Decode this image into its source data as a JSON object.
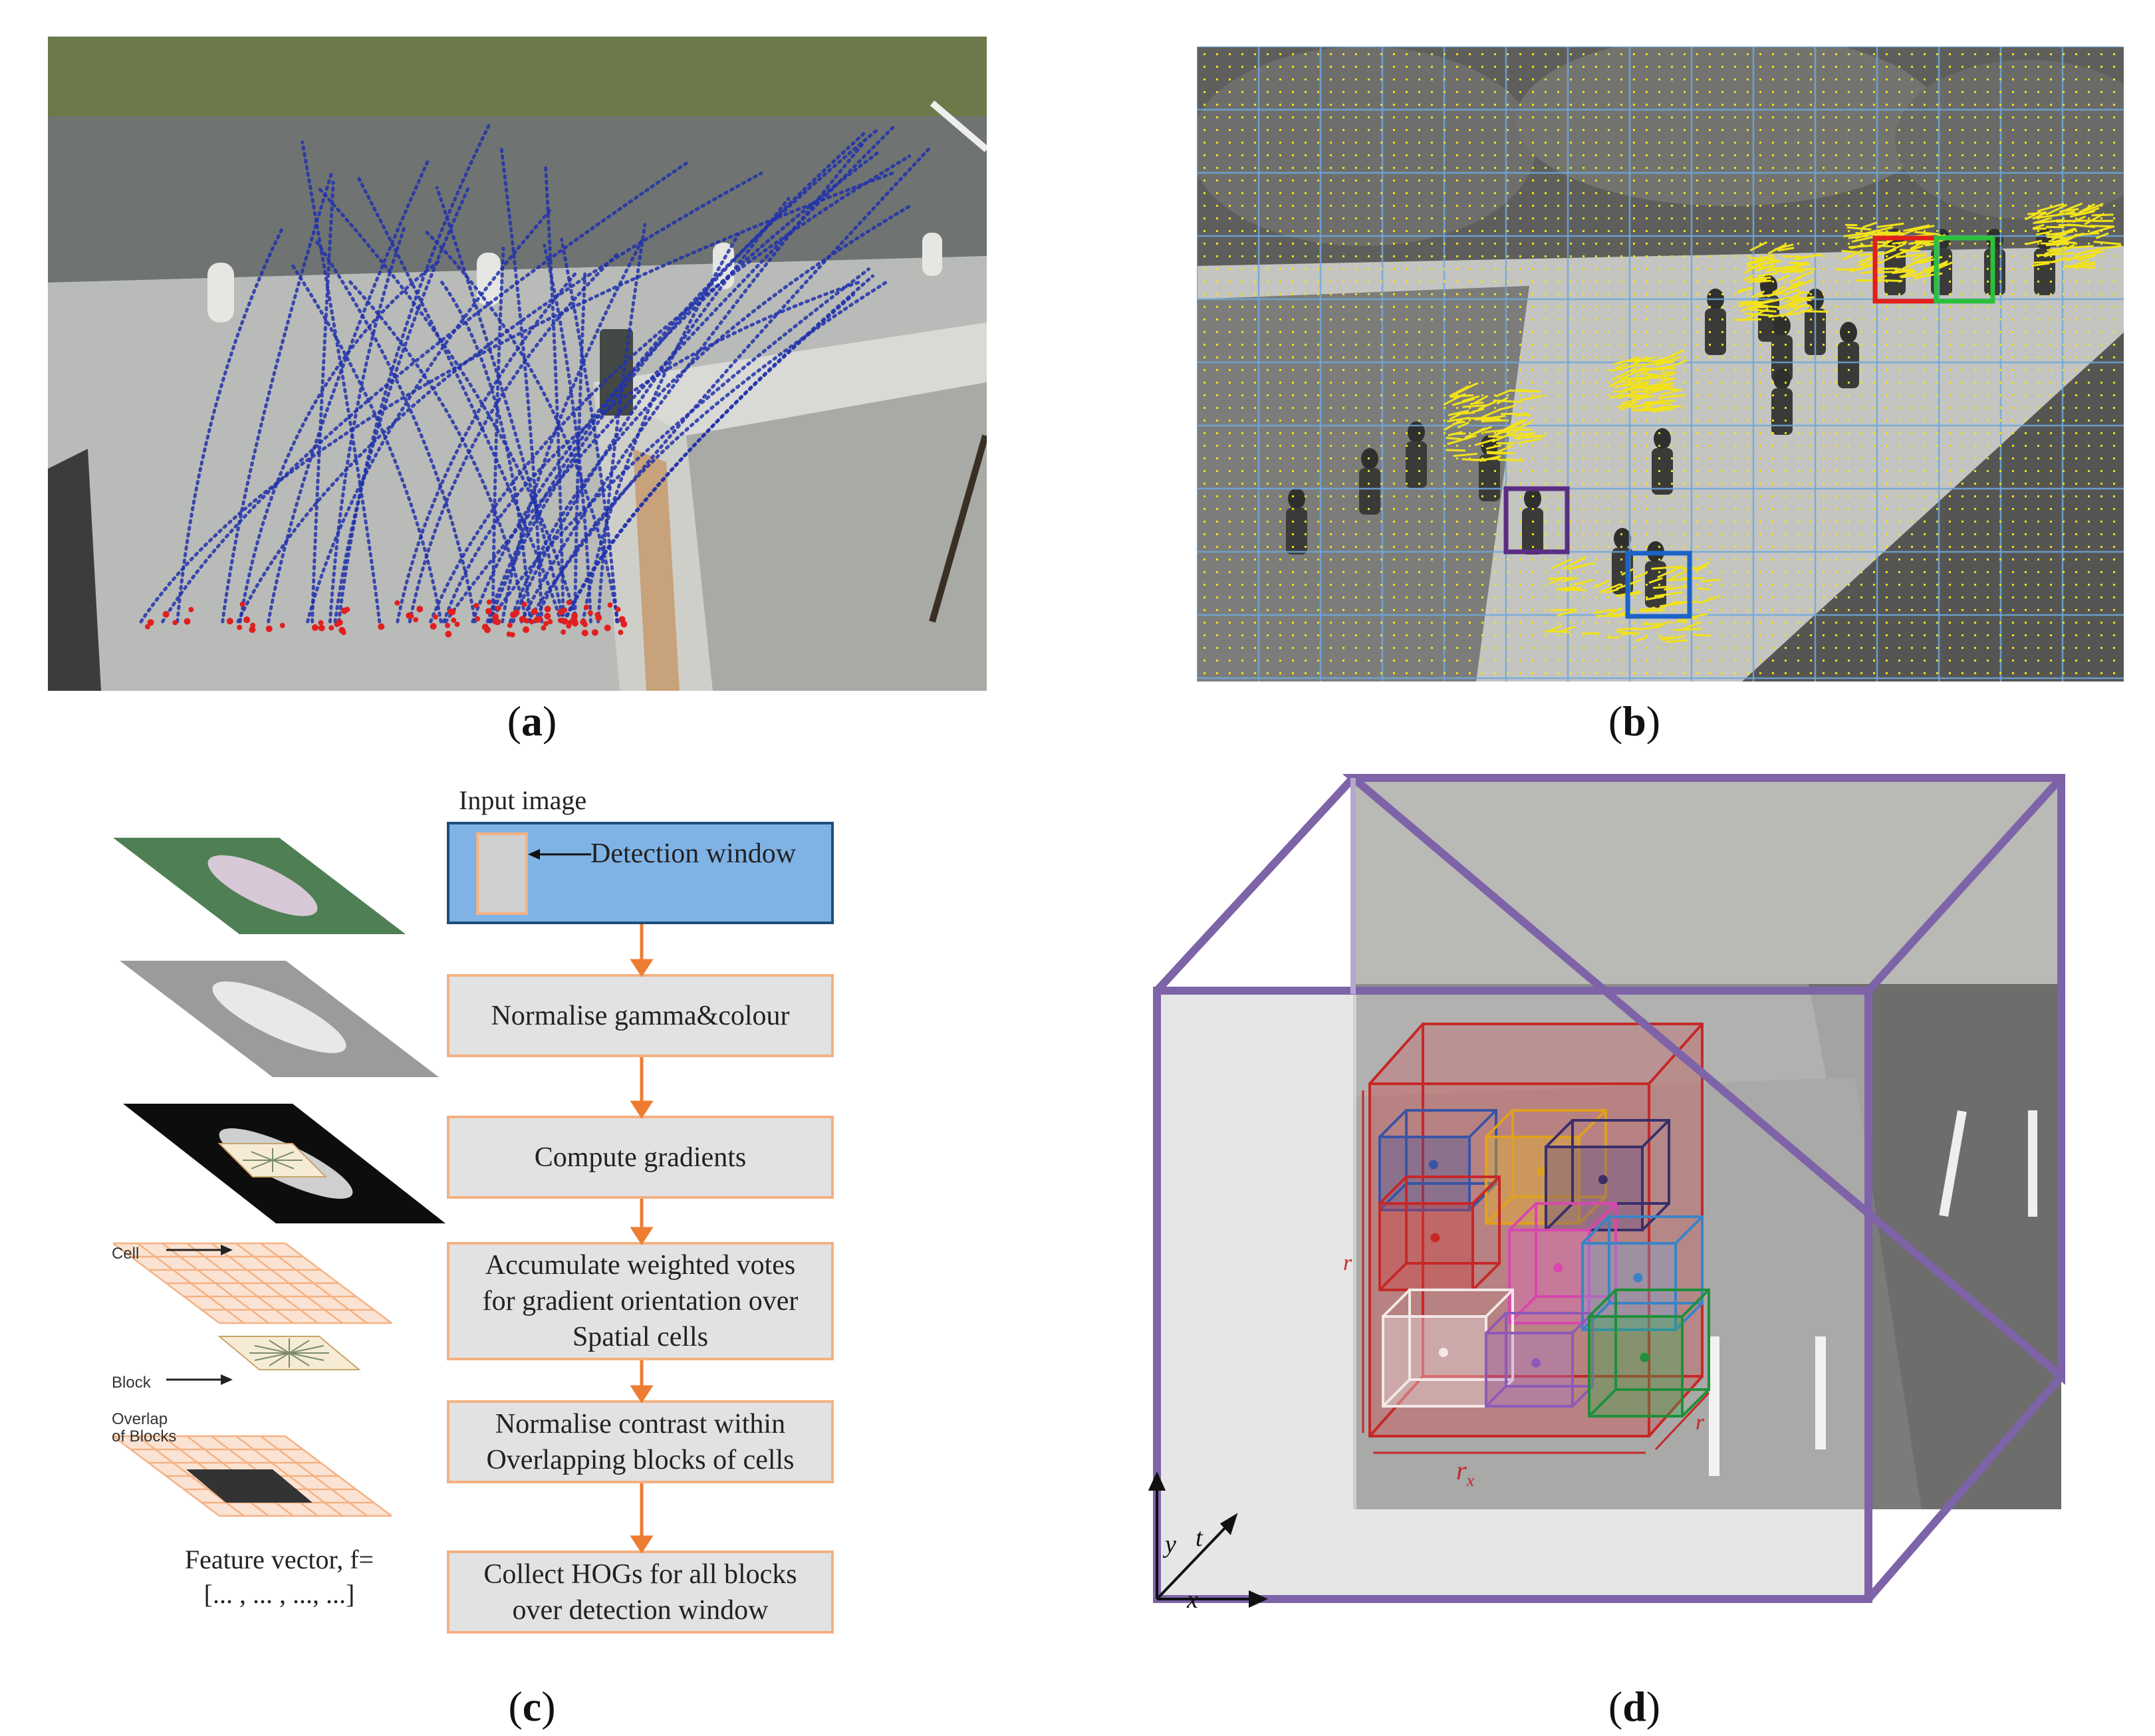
{
  "captions": {
    "a": "a",
    "b": "b",
    "c": "c",
    "d": "d"
  },
  "flowchart": {
    "input_label": "Input image",
    "detection_window": "Detection window",
    "steps": [
      "Normalise gamma&colour",
      "Compute gradients",
      "Accumulate weighted votes\nfor gradient orientation over\nSpatial cells",
      "Normalise contrast within\nOverlapping blocks of cells",
      "Collect HOGs for all blocks\nover detection window"
    ],
    "side_labels": {
      "cell": "Cell",
      "block": "Block",
      "overlap": "Overlap\nof Blocks"
    },
    "feature_vector": "Feature vector, f=\n[... , ... , ...,        ...]"
  },
  "cube": {
    "axis_labels": {
      "x": "x",
      "y": "y",
      "t": "t"
    },
    "region_labels": {
      "rx": "r",
      "rx_sub": "x",
      "ry": "r",
      "rt": "r"
    }
  },
  "colors": {
    "trajectory_blue": "#2233aa",
    "trajectory_red": "#e02020",
    "flow_yellow": "#f2e21a",
    "grid_blue": "#6fa8dc",
    "box_red": "#e0201a",
    "box_green": "#2bc13c",
    "box_purple": "#5a2d82",
    "box_blue": "#1c63c7",
    "cube_purple": "#7e63a8",
    "input_fill": "#7fb3e6",
    "step_fill": "#e2e2e2",
    "step_border": "#f4b183",
    "arrow_orange": "#ed7d31"
  }
}
